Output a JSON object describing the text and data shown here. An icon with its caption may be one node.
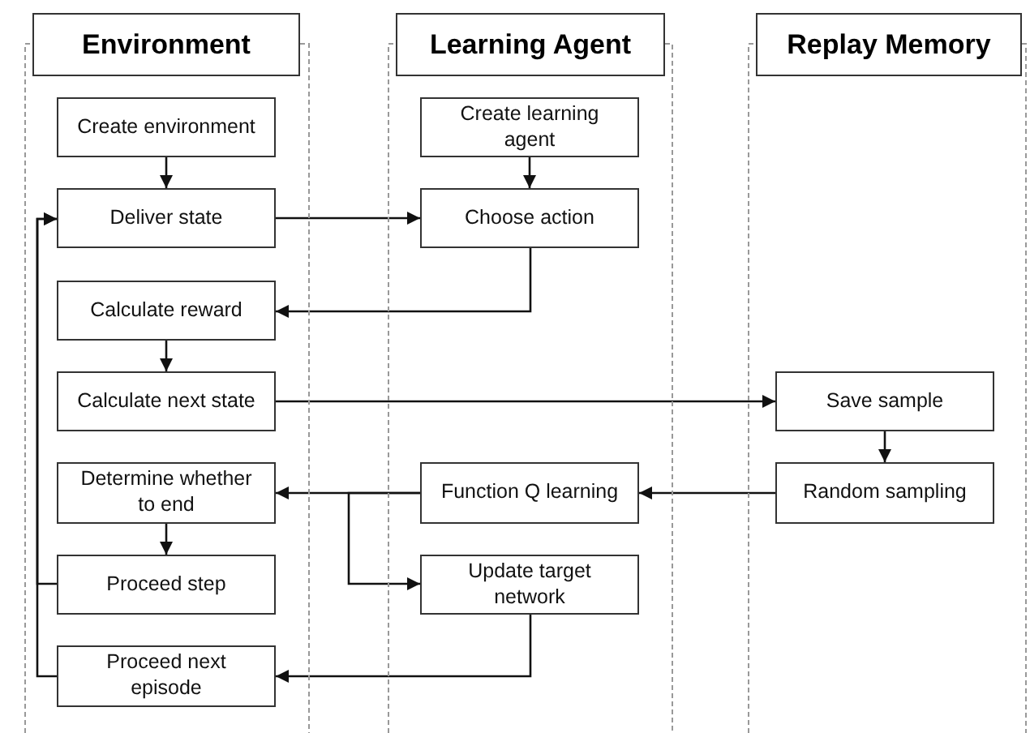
{
  "diagram": {
    "nodes": [
      {
        "text": [
          "Environment"
        ]
      },
      {
        "text": [
          "Learning Agent"
        ]
      },
      {
        "text": [
          "Replay Memory"
        ]
      },
      {
        "text": [
          "Create environment"
        ],
        "in": 0
      },
      {
        "text": [
          "Create learning agent"
        ],
        "in": 1
      },
      {
        "text": [
          "Deliver state"
        ],
        "in": 0
      },
      {
        "text": [
          "Choose action"
        ],
        "in": 1
      },
      {
        "text": [
          "Calculate reward"
        ],
        "in": 0
      },
      {
        "text": [
          "Calculate next state"
        ],
        "in": 0
      },
      {
        "text": [
          "Save sample"
        ],
        "in": 2
      },
      {
        "text": [
          "Determine whether to end"
        ],
        "in": 0
      },
      {
        "text": [
          "Function Q learning"
        ],
        "in": 1
      },
      {
        "text": [
          "Random sampling"
        ],
        "in": 2
      },
      {
        "text": [
          "Proceed step"
        ],
        "in": 0
      },
      {
        "text": [
          "Update target network"
        ],
        "in": 1
      },
      {
        "text": [
          "Proceed next episode"
        ],
        "in": 0
      }
    ],
    "edges": [
      {
        "from": 3,
        "to": 5,
        "arrow": "to"
      },
      {
        "from": 4,
        "to": 6,
        "arrow": "to"
      },
      {
        "from": 5,
        "to": 6,
        "arrow": "to"
      },
      {
        "from": 6,
        "to": 7,
        "arrow": "to"
      },
      {
        "from": 7,
        "to": 8,
        "arrow": "to"
      },
      {
        "from": 8,
        "to": 9,
        "arrow": "to"
      },
      {
        "from": 9,
        "to": 12,
        "arrow": "to"
      },
      {
        "from": 12,
        "to": 11,
        "arrow": "to"
      },
      {
        "from": 11,
        "to": 10,
        "arrow": "to"
      },
      {
        "from": 11,
        "to": 14,
        "arrow": "to"
      },
      {
        "from": 10,
        "to": 13,
        "arrow": "to"
      },
      {
        "from": 13,
        "to": 5,
        "arrow": "to"
      },
      {
        "from": 15,
        "to": 5,
        "arrow": "to"
      },
      {
        "from": 14,
        "to": 15,
        "arrow": "to"
      }
    ]
  }
}
